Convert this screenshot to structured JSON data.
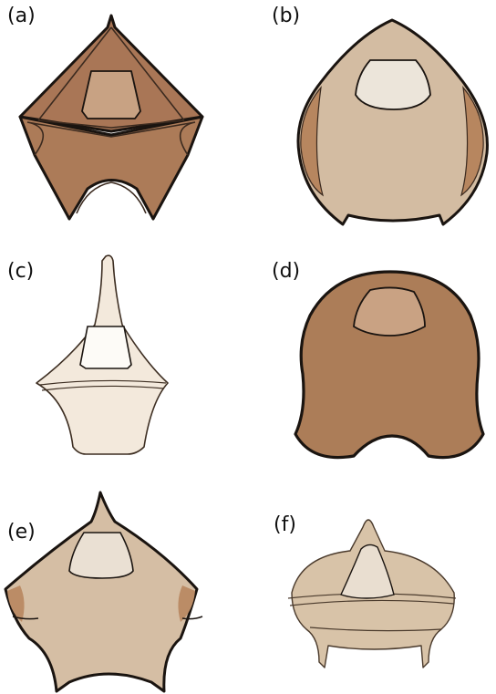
{
  "panels": [
    {
      "id": "a",
      "label": "(a)",
      "body_color": "#ac7b58",
      "top_color": "#a97656",
      "window_color": "#c8a283"
    },
    {
      "id": "b",
      "label": "(b)",
      "body_color": "#d3bca2",
      "side_color": "#b7865f",
      "window_color": "#ece5da"
    },
    {
      "id": "c",
      "label": "(c)",
      "body_color": "#f3e9dc",
      "window_color": "#fdfbf7"
    },
    {
      "id": "d",
      "label": "(d)",
      "body_color": "#ac7d58",
      "window_color": "#c9a283"
    },
    {
      "id": "e",
      "label": "(e)",
      "body_color": "#d5bea4",
      "side_color": "#bb8c66",
      "window_color": "#eae0d3"
    },
    {
      "id": "f",
      "label": "(f)",
      "body_color": "#d8c3a8",
      "window_color": "#e9ded0"
    }
  ],
  "outline_color": "#1a1410"
}
